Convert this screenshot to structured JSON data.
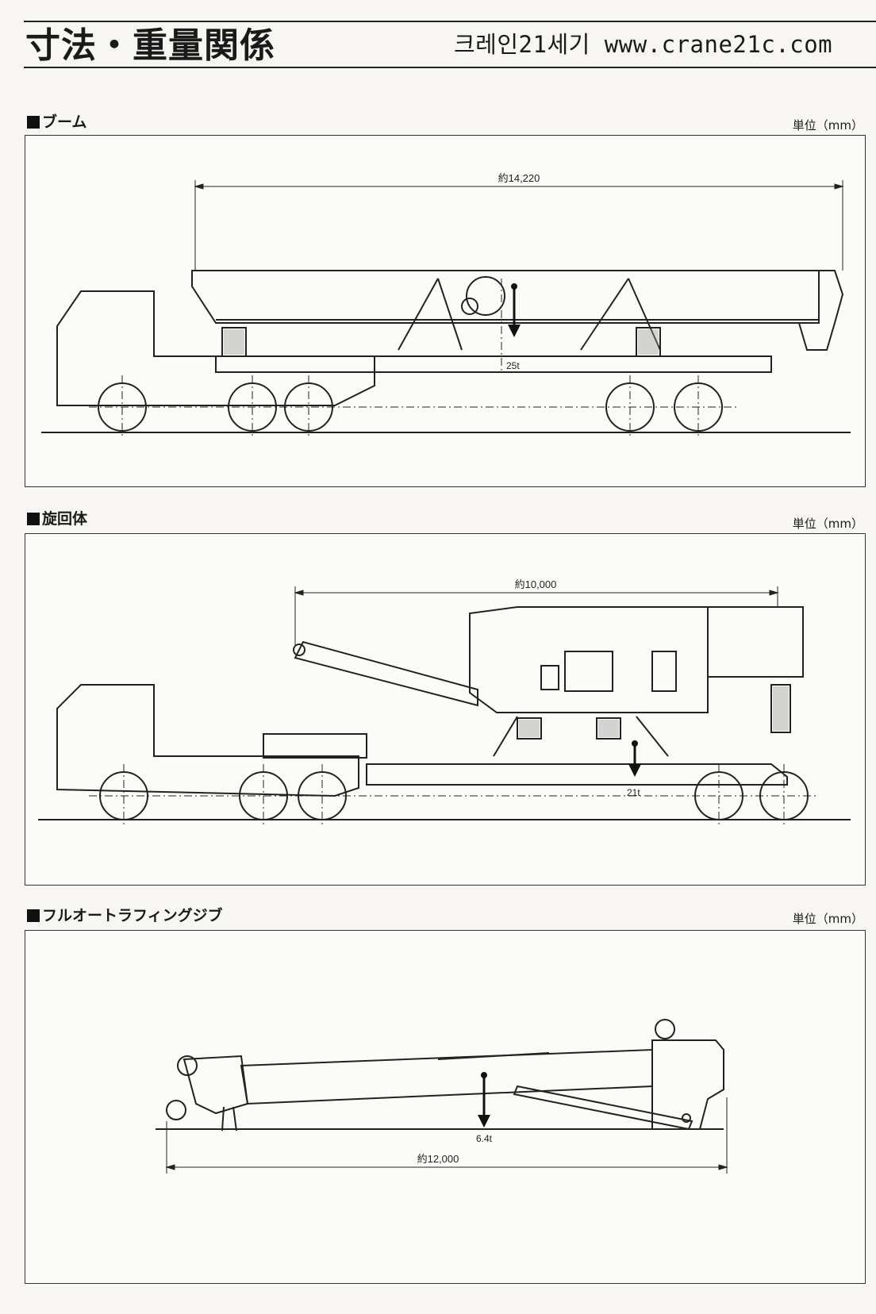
{
  "header": {
    "title": "寸法・重量関係",
    "site": "크레인21세기 www.crane21c.com"
  },
  "sections": [
    {
      "heading": "ブーム",
      "unit": "単位（mm）",
      "dimension_label": "約14,220",
      "weight_label": "25t"
    },
    {
      "heading": "旋回体",
      "unit": "単位（mm）",
      "dimension_label": "約10,000",
      "weight_label": "21t"
    },
    {
      "heading": "フルオートラフィングジブ",
      "unit": "単位（mm）",
      "dimension_label": "約12,000",
      "weight_label": "6.4t"
    }
  ]
}
